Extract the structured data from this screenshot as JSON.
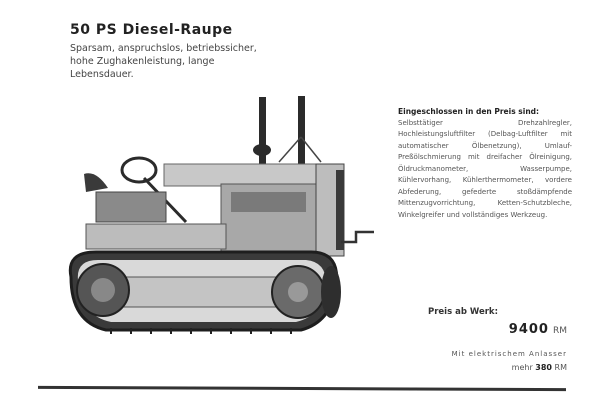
{
  "header": {
    "title": "50 PS Diesel-Raupe",
    "tagline": "Sparsam, anspruchslos, betriebssicher, hohe Zughakenleistung, lange Lebensdauer."
  },
  "image": {
    "alt": "Black-and-white photo of a crawler tractor with exhaust stacks, steering wheel and seat",
    "palette": {
      "track": "#3a3a3a",
      "body": "#b8b8b8",
      "dark": "#2b2b2b",
      "light": "#d9d9d9"
    }
  },
  "included": {
    "heading": "Eingeschlossen in den Preis sind:",
    "text": "Selbsttätiger Drehzahlregler, Hochleistungsluftfilter (Delbag-Luftfilter mit automatischer Ölbenetzung), Umlauf-Preßölschmierung mit dreifacher Ölreinigung, Öldruckmanometer, Wasserpumpe, Kühlervorhang, Kühlerthermometer, vordere Abfederung, gefederte stoßdämpfende Mittenzugvorrichtung, Ketten-Schutzbleche, Winkelgreifer und vollständiges Werkzeug."
  },
  "pricing": {
    "label": "Preis ab Werk:",
    "amount": "9400",
    "currency": "RM",
    "extra_line1": "Mit elektrischem Anlasser",
    "extra_prefix": "mehr",
    "extra_amount": "380",
    "extra_currency": "RM"
  }
}
